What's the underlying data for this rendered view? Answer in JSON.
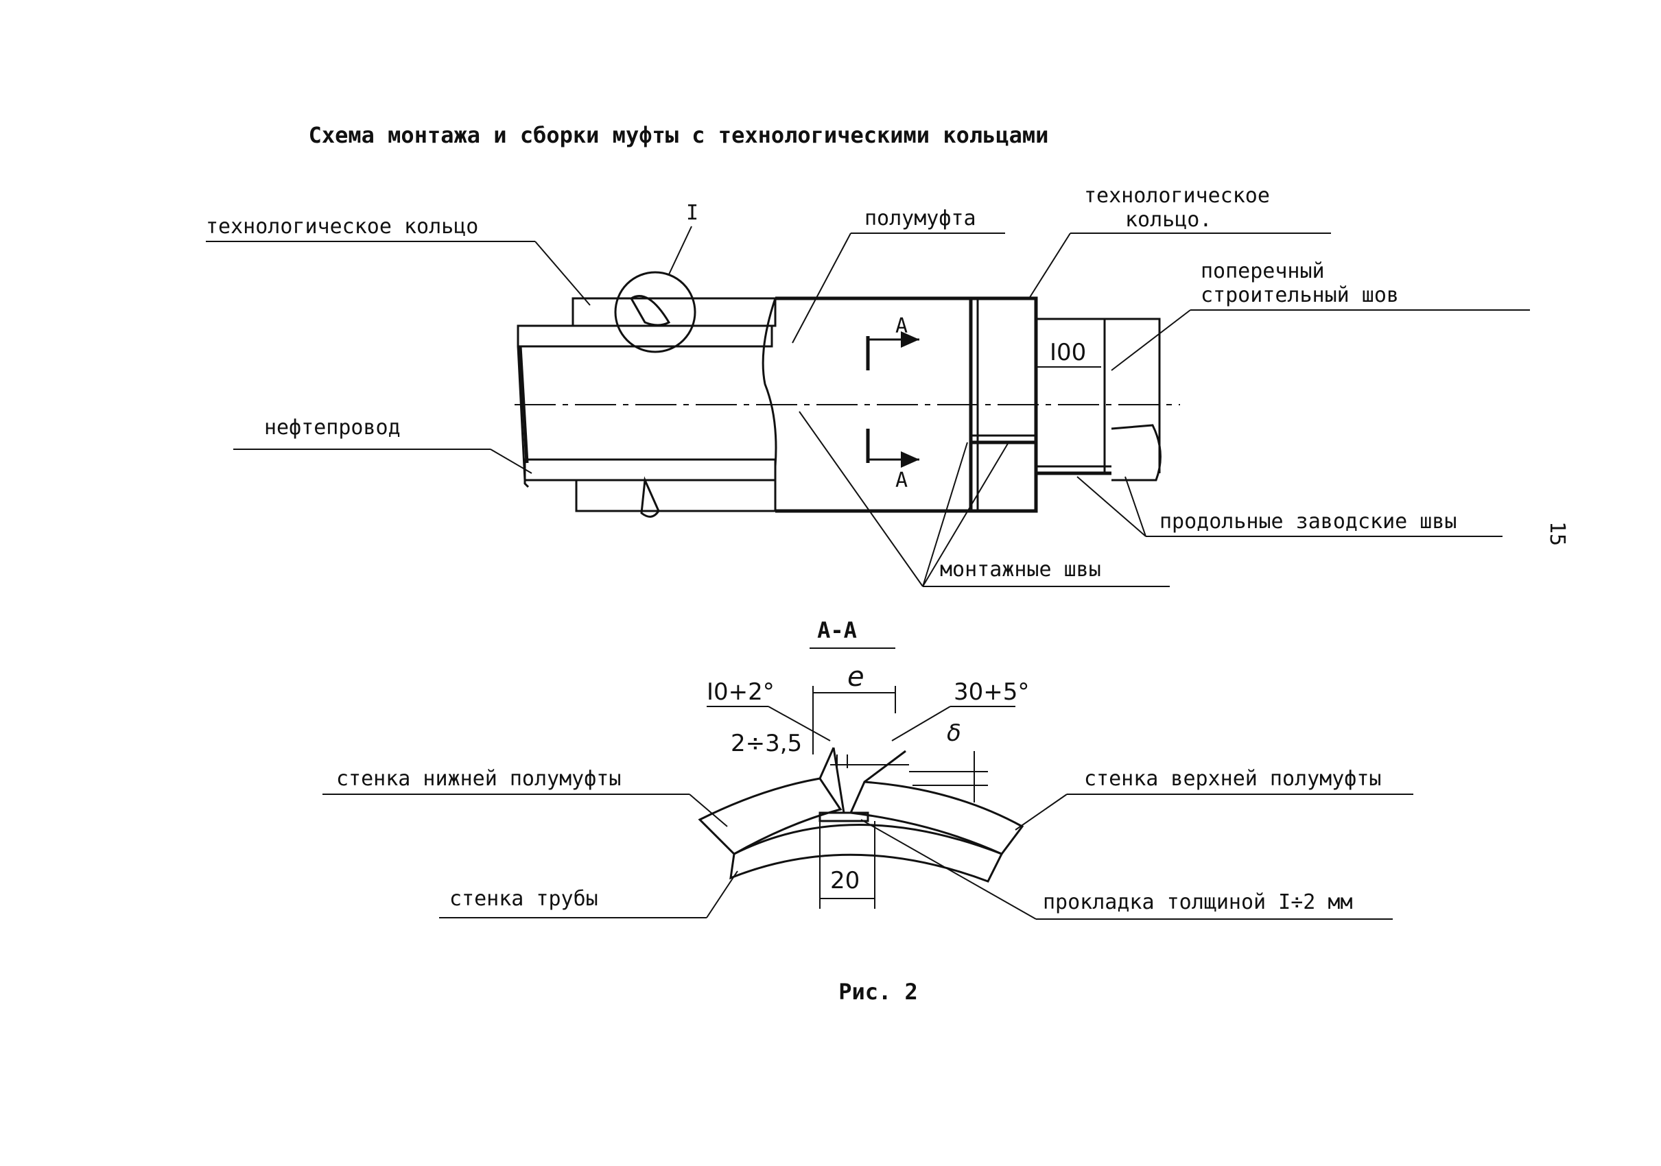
{
  "title": "Схема монтажа и сборки муфты с технологическими кольцами",
  "labels": {
    "tech_ring_left": "технологическое кольцо",
    "detail_mark": "I",
    "half_coupling": "полумуфта",
    "tech_ring_right_line1": "технологическое",
    "tech_ring_right_line2": "кольцо.",
    "transverse_seam_line1": "поперечный",
    "transverse_seam_line2": "строительный шов",
    "pipeline": "нефтепровод",
    "longitudinal_seams": "продольные заводские швы",
    "mounting_seams": "монтажные швы",
    "section_mark_top": "А",
    "section_mark_bottom": "А",
    "dim_100": "I00",
    "page_number": "15"
  },
  "section": {
    "title": "А-А",
    "angle_left": "I0+2°",
    "gap_e": "e",
    "angle_right": "30+5°",
    "gap": "2÷3,5",
    "dim_delta": "δ",
    "lower_wall": "стенка нижней полумуфты",
    "upper_wall": "стенка верхней полумуфты",
    "pipe_wall": "стенка трубы",
    "gasket": "прокладка толщиной I÷2 мм",
    "dim_20": "20"
  },
  "caption": "Рис. 2"
}
